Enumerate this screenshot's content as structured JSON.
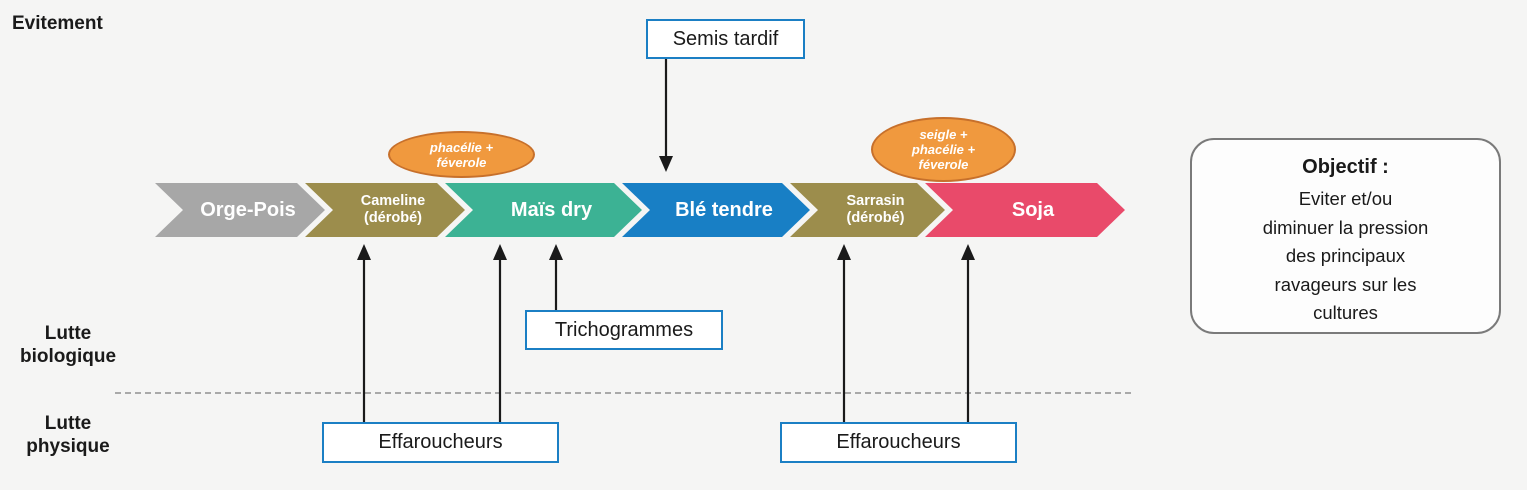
{
  "page": {
    "background": "#f5f5f4"
  },
  "row_labels": {
    "evitement": "Evitement",
    "lutte_biologique": "Lutte\nbiologique",
    "lutte_physique": "Lutte\nphysique"
  },
  "timeline": {
    "segments": [
      {
        "label": "Orge-Pois",
        "color": "#a7a7a7",
        "size": "large"
      },
      {
        "label": "Cameline\n(dérobé)",
        "color": "#9c8d4c",
        "size": "small"
      },
      {
        "label": "Maïs dry",
        "color": "#3cb294",
        "size": "large"
      },
      {
        "label": "Blé tendre",
        "color": "#187fc5",
        "size": "large"
      },
      {
        "label": "Sarrasin\n(dérobé)",
        "color": "#9c8d4c",
        "size": "small"
      },
      {
        "label": "Soja",
        "color": "#e94a6a",
        "size": "large"
      }
    ]
  },
  "cover_crops": [
    {
      "label": "phacélie +\nféverole"
    },
    {
      "label": "seigle +\nphacélie +\nféverole"
    }
  ],
  "action_boxes": {
    "semis_tardif": "Semis tardif",
    "trichogrammes": "Trichogrammes",
    "effaroucheurs_left": "Effaroucheurs",
    "effaroucheurs_right": "Effaroucheurs"
  },
  "objective": {
    "title": "Objectif :",
    "body": "Eviter et/ou\ndiminuer la pression\ndes principaux\nravageurs sur les\ncultures"
  },
  "colors": {
    "cover_crop_fill": "#f0993e",
    "cover_crop_border": "#c7702b",
    "action_box_border": "#1b7fc4",
    "objective_border": "#7a7a7a",
    "arrow": "#1a1a1a",
    "dashed_separator": "#a9a9a9"
  }
}
